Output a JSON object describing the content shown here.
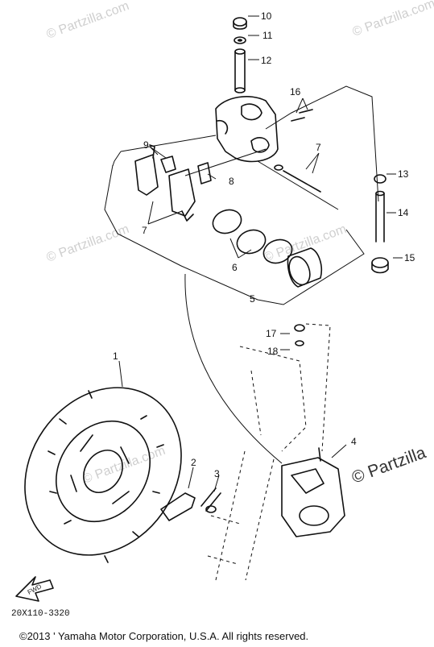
{
  "watermark": "© Partzilla.com",
  "watermark_right": "© Partzilla",
  "callouts": [
    "1",
    "2",
    "3",
    "4",
    "5",
    "6",
    "7",
    "7",
    "8",
    "9",
    "10",
    "11",
    "12",
    "13",
    "14",
    "15",
    "16",
    "17",
    "18"
  ],
  "front_marker": "FWD",
  "diagram_code": "20X110-3320",
  "copyright": "©2013 ' Yamaha Motor Corporation, U.S.A. All rights reserved."
}
